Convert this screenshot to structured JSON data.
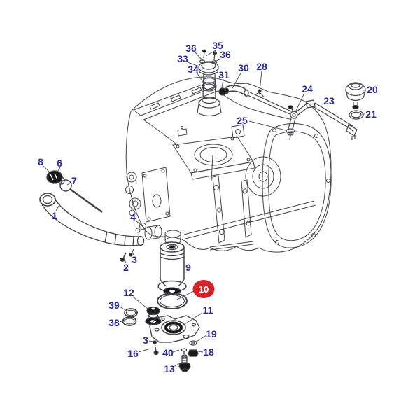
{
  "diagram": {
    "kind": "exploded-parts-diagram",
    "subject": "transmission housing with oil filter, filler neck, breather hose and dipstick tube",
    "background_color": "#ffffff",
    "line_color": "#43434b",
    "label_color": "#2b2b8c",
    "highlight_color": "#d3232b",
    "highlighted_label": "10",
    "labels": [
      {
        "text": "36"
      },
      {
        "text": "35"
      },
      {
        "text": "33"
      },
      {
        "text": "36"
      },
      {
        "text": "34"
      },
      {
        "text": "31"
      },
      {
        "text": "30"
      },
      {
        "text": "28"
      },
      {
        "text": "24"
      },
      {
        "text": "23"
      },
      {
        "text": "20"
      },
      {
        "text": "21"
      },
      {
        "text": "25"
      },
      {
        "text": "8"
      },
      {
        "text": "6"
      },
      {
        "text": "7"
      },
      {
        "text": "1"
      },
      {
        "text": "4"
      },
      {
        "text": "3"
      },
      {
        "text": "2"
      },
      {
        "text": "9"
      },
      {
        "text": "10",
        "highlighted": true
      },
      {
        "text": "12"
      },
      {
        "text": "39"
      },
      {
        "text": "38"
      },
      {
        "text": "11"
      },
      {
        "text": "3"
      },
      {
        "text": "16"
      },
      {
        "text": "40"
      },
      {
        "text": "19"
      },
      {
        "text": "18"
      },
      {
        "text": "13"
      }
    ]
  }
}
